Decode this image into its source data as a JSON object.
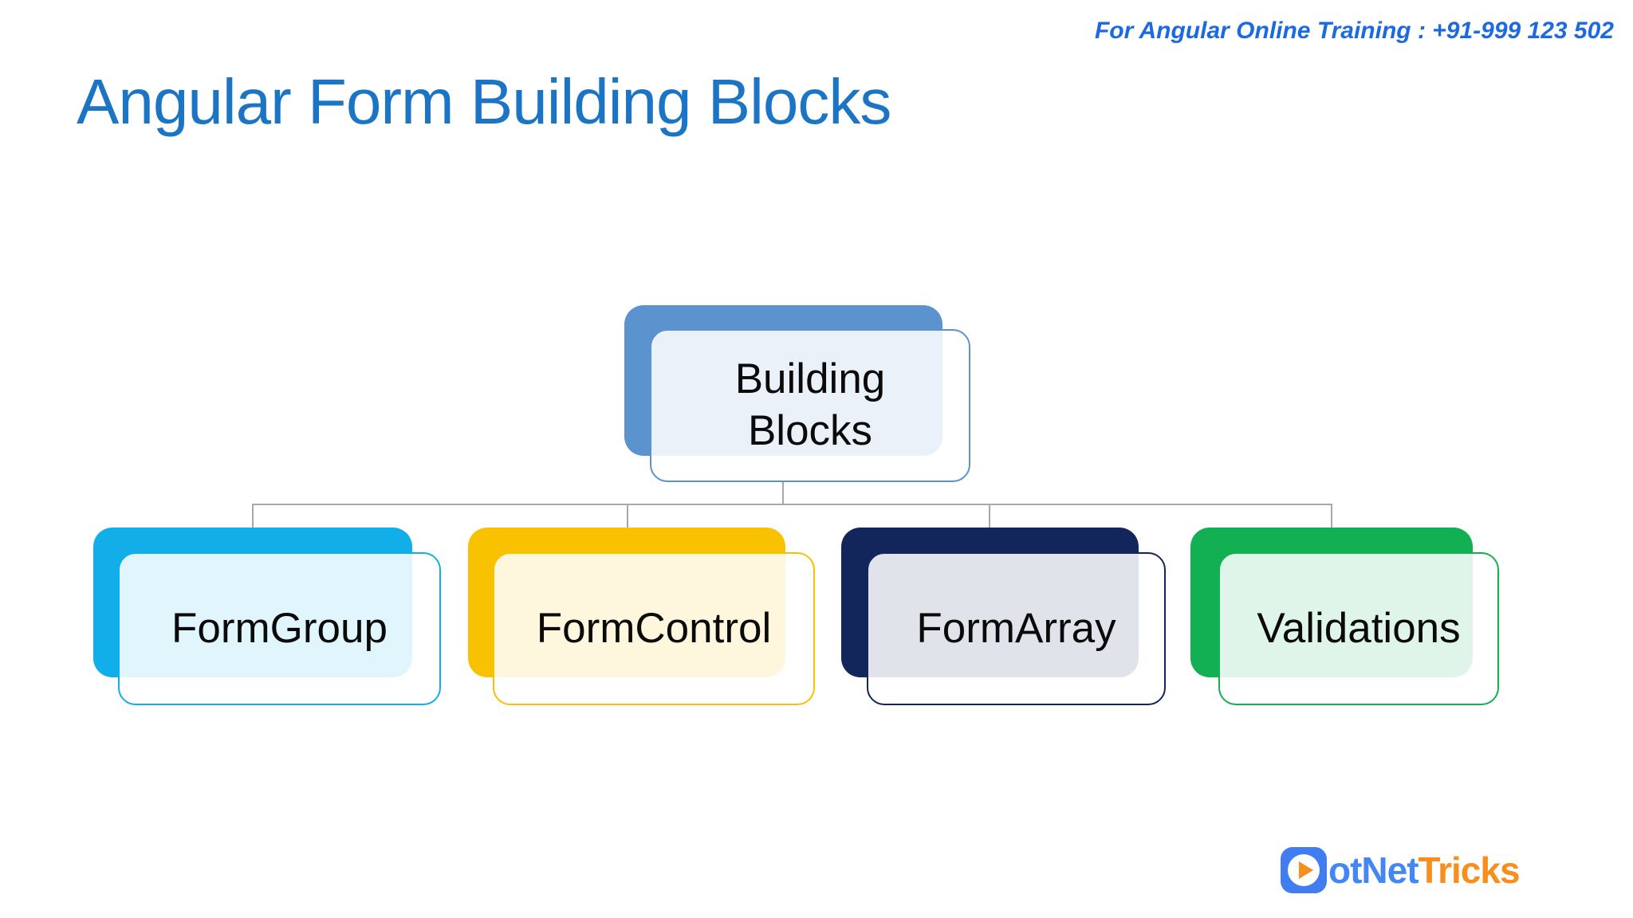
{
  "header": {
    "training_note": "For Angular Online Training : +91-999 123 502",
    "training_note_color": "#1C6AE0",
    "title": "Angular Form Building Blocks",
    "title_color": "#1C75C4"
  },
  "diagram": {
    "connector_color": "#A8A8A8",
    "root": {
      "label": "Building Blocks",
      "accent": "#5B93CF"
    },
    "children": [
      {
        "label": "FormGroup",
        "accent": "#12AEE9"
      },
      {
        "label": "FormControl",
        "accent": "#F8C200"
      },
      {
        "label": "FormArray",
        "accent": "#13265C"
      },
      {
        "label": "Validations",
        "accent": "#12B053"
      }
    ]
  },
  "branding": {
    "icon_blue": "#3F7DF1",
    "text_blue": "#4486F5",
    "text_orange": "#F78E1E",
    "name_blue_part": "otNet",
    "name_orange_part": "Tricks"
  }
}
